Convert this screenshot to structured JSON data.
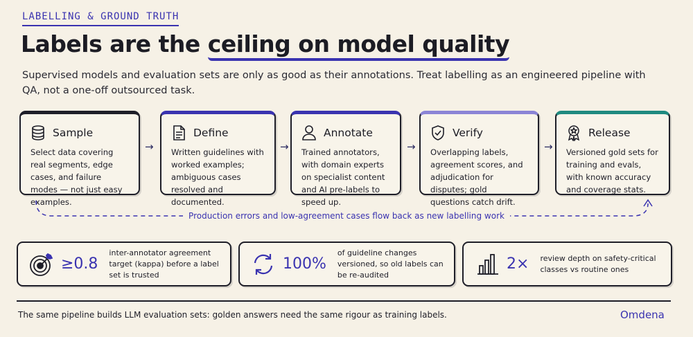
{
  "eyebrow": "LABELLING & GROUND TRUTH",
  "title": {
    "prefix": "Labels are the ",
    "highlight": "ceiling on model quality"
  },
  "intro": "Supervised models and evaluation sets are only as good as their annotations. Treat labelling as an engineered pipeline with QA, not a one-off outsourced task.",
  "steps": [
    {
      "label": "Sample",
      "icon": "database-icon",
      "body": "Select data covering real segments, edge cases, and failure modes — not just easy examples."
    },
    {
      "label": "Define",
      "icon": "document-icon",
      "body": "Written guidelines with worked examples; ambiguous cases resolved and documented."
    },
    {
      "label": "Annotate",
      "icon": "person-icon",
      "body": "Trained annotators, with domain experts on specialist content and AI pre-labels to speed up."
    },
    {
      "label": "Verify",
      "icon": "shield-check-icon",
      "body": "Overlapping labels, agreement scores, and adjudication for disputes; gold questions catch drift."
    },
    {
      "label": "Release",
      "icon": "award-ribbon-icon",
      "body": "Versioned gold sets for training and evals, with known accuracy and coverage stats."
    }
  ],
  "arrow_glyph": "→",
  "loop_text": "Production errors and low-agreement cases flow back as new labelling work",
  "stats": [
    {
      "icon": "target-icon",
      "value": "≥0.8",
      "text": "inter-annotator agreement target (kappa) before a label set is trusted"
    },
    {
      "icon": "refresh-icon",
      "value": "100%",
      "text": "of guideline changes versioned, so old labels can be re-audited"
    },
    {
      "icon": "bar-chart-icon",
      "value": "2×",
      "text": "review depth on safety-critical classes vs routine ones"
    }
  ],
  "footer": "The same pipeline builds LLM evaluation sets: golden answers need the same rigour as training labels.",
  "brand": "Omdena",
  "colors": {
    "accent": "#3a33b0",
    "lavender": "#8b84d6",
    "teal": "#1f8a80",
    "ink": "#1e1e28",
    "paper": "#f6f1e6"
  }
}
